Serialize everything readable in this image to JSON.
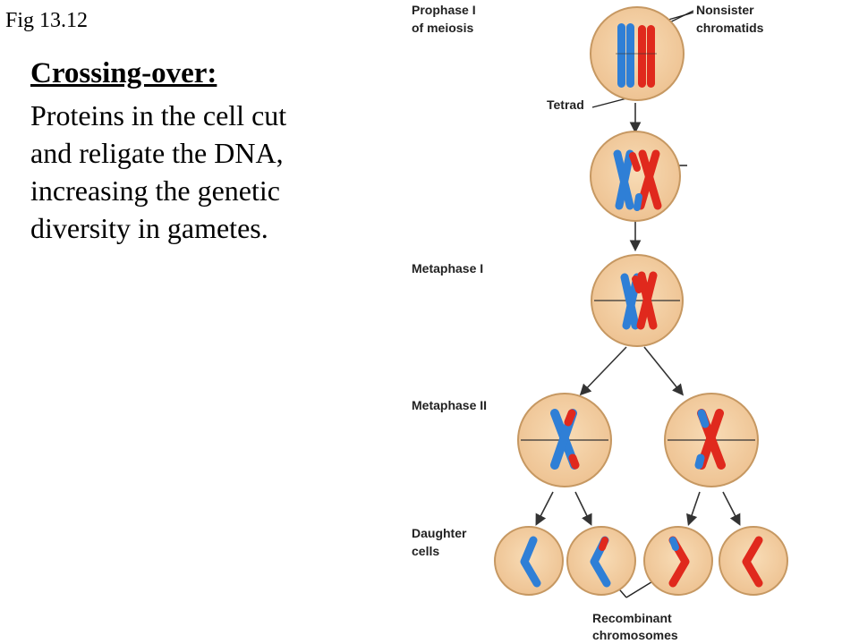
{
  "figure_label": "Fig 13.12",
  "heading": "Crossing-over:",
  "body_lines": [
    "Proteins in the cell cut",
    "and religate the DNA,",
    "increasing the genetic",
    "diversity in gametes."
  ],
  "diagram": {
    "stages": {
      "prophase": [
        "Prophase I",
        "of meiosis"
      ],
      "metaphase1": "Metaphase I",
      "metaphase2": "Metaphase II",
      "daughter": [
        "Daughter",
        "cells"
      ]
    },
    "callouts": {
      "nonsister": [
        "Nonsister",
        "chromatids"
      ],
      "tetrad": "Tetrad",
      "recombinant": [
        "Recombinant",
        "chromosomes"
      ]
    }
  },
  "colors": {
    "cell_fill": "#f3cfa0",
    "cell_stroke": "#c69862",
    "maternal": "#2f7fd6",
    "paternal": "#e0291d"
  }
}
